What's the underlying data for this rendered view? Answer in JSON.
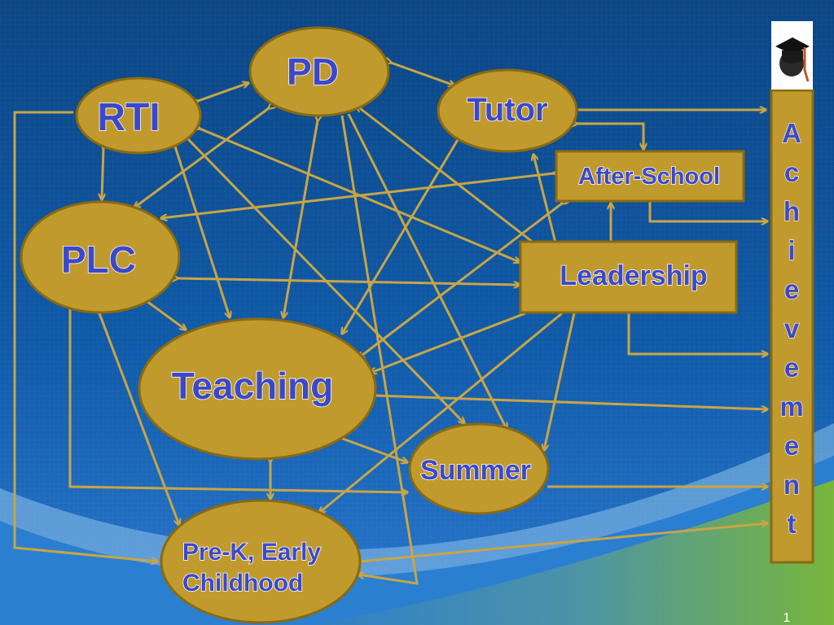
{
  "colors": {
    "node_fill": "#c19a2e",
    "node_stroke": "#8a6a10",
    "arrow": "#c9a544",
    "text": "#3b49c9",
    "background_top": "#0b4a8a",
    "background_bottom": "#1f6fc8",
    "wave_green": "#6aab3a"
  },
  "nodes": {
    "pd": "PD",
    "tutor": "Tutor",
    "rti": "RTI",
    "plc": "PLC",
    "teaching": "Teaching",
    "summer": "Summer",
    "prek_line1": "Pre-K, Early",
    "prek_line2": "Childhood",
    "after_school": "After-School",
    "leadership": "Leadership"
  },
  "achievement": [
    "A",
    "c",
    "h",
    "i",
    "e",
    "v",
    "e",
    "m",
    "e",
    "n",
    "t"
  ],
  "logo_icon": "graduation-cap-icon",
  "page_number": "1"
}
